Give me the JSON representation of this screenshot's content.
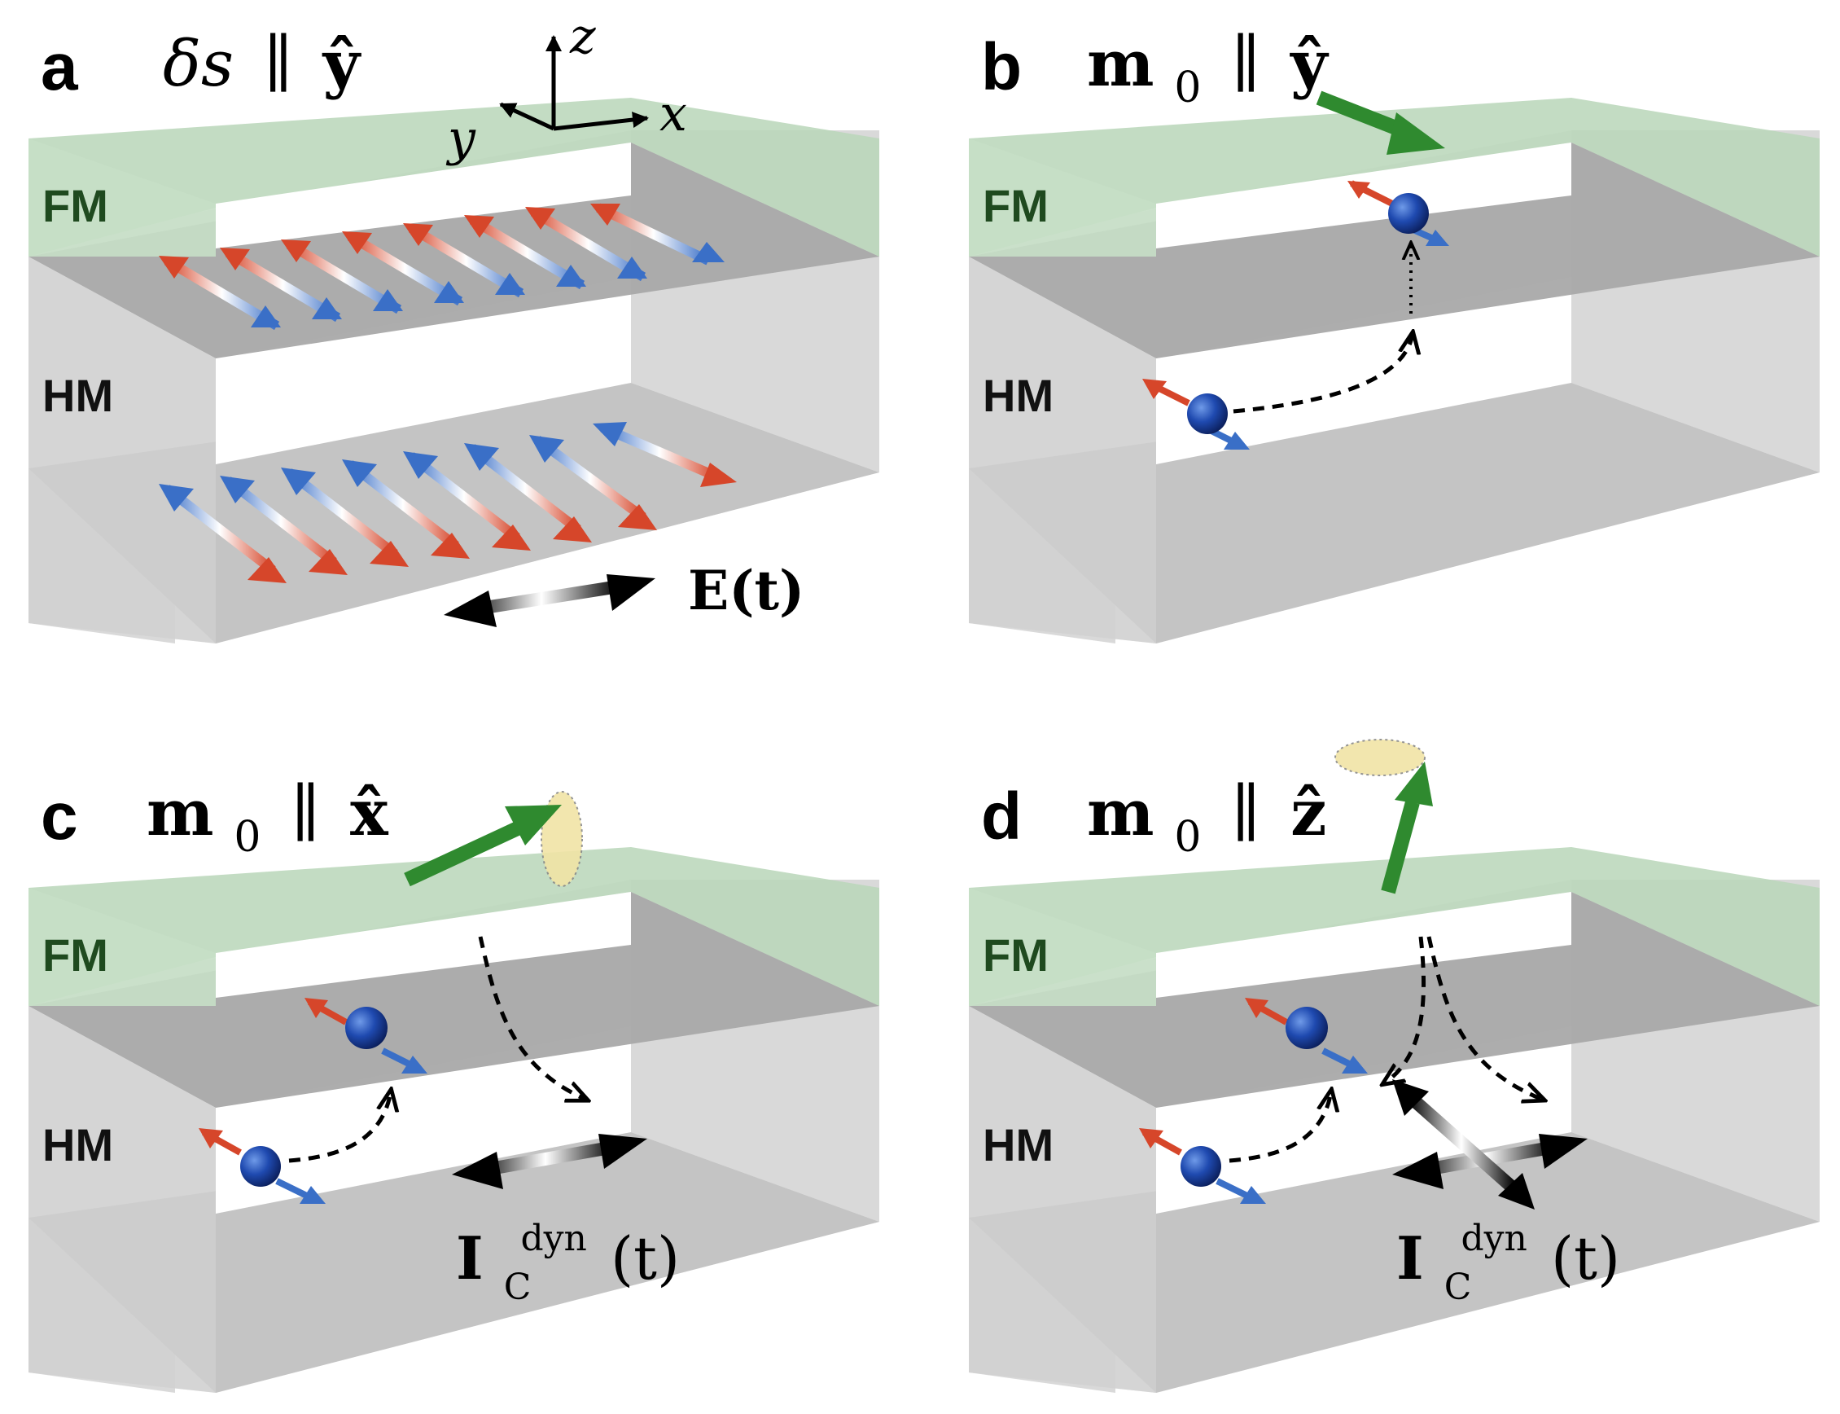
{
  "panels": [
    {
      "letter": "a",
      "title_symbol": "δs",
      "title_relation": "∥",
      "title_direction": "ŷ",
      "layers": {
        "top": "FM",
        "bottom": "HM"
      },
      "axes": {
        "x": "x",
        "y": "y",
        "z": "z"
      },
      "field_label": "E(t)"
    },
    {
      "letter": "b",
      "title_symbol": "m",
      "title_subscript": "0",
      "title_relation": "∥",
      "title_direction": "ŷ",
      "layers": {
        "top": "FM",
        "bottom": "HM"
      }
    },
    {
      "letter": "c",
      "title_symbol": "m",
      "title_subscript": "0",
      "title_relation": "∥",
      "title_direction": "x̂",
      "layers": {
        "top": "FM",
        "bottom": "HM"
      },
      "current_label": {
        "base": "I",
        "sub": "C",
        "sup": "dyn",
        "arg": "(t)"
      }
    },
    {
      "letter": "d",
      "title_symbol": "m",
      "title_subscript": "0",
      "title_relation": "∥",
      "title_direction": "ẑ",
      "layers": {
        "top": "FM",
        "bottom": "HM"
      },
      "current_label": {
        "base": "I",
        "sub": "C",
        "sup": "dyn",
        "arg": "(t)"
      }
    }
  ],
  "colors": {
    "fm_green": "#b9d6b9",
    "magnetization_arrow": "#2f8a2f",
    "hm_gray": "#cfcfcf",
    "spin_red": "#d6462a",
    "spin_blue": "#3a6fc7",
    "electron": "#1a3f8f",
    "precession_cone": "#f1e4a6"
  }
}
